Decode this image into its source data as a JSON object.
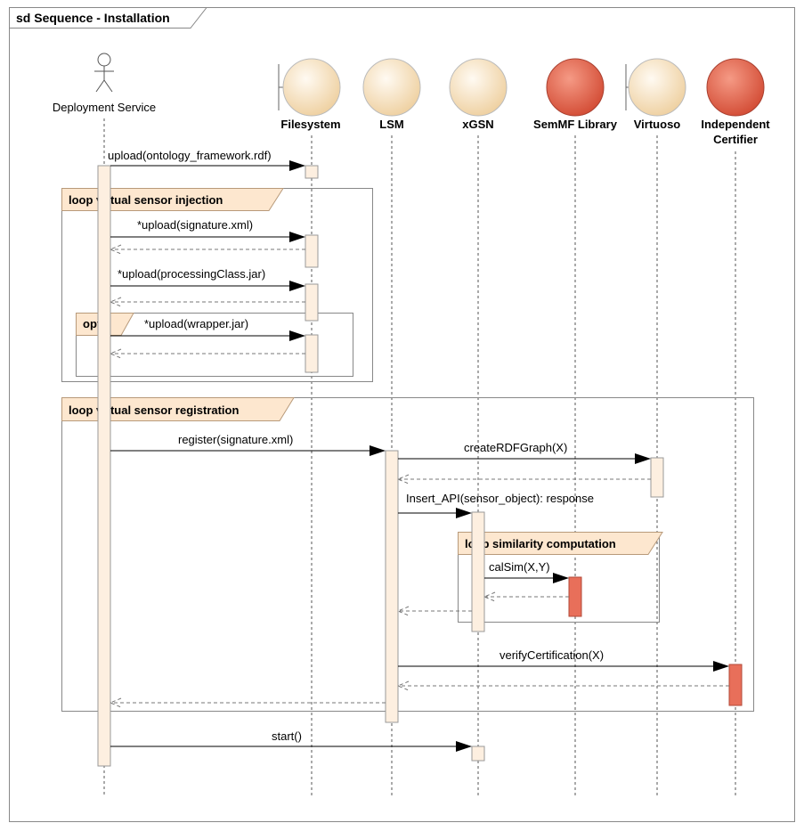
{
  "diagram": {
    "frame_title": "sd Sequence - Installation",
    "actor": {
      "name": "Deployment Service"
    },
    "lifelines": [
      {
        "name": "Filesystem",
        "kind": "boundary",
        "color": "#f6dcb2"
      },
      {
        "name": "LSM",
        "kind": "entity",
        "color": "#f6dcb2"
      },
      {
        "name": "xGSN",
        "kind": "entity",
        "color": "#f6dcb2"
      },
      {
        "name": "SemMF Library",
        "kind": "entity",
        "color": "#e06048"
      },
      {
        "name": "Virtuoso",
        "kind": "boundary",
        "color": "#f6dcb2"
      },
      {
        "name": "Independent",
        "name2": "Certifier",
        "kind": "entity",
        "color": "#e06048"
      }
    ],
    "fragments": {
      "injection": "loop virtual sensor injection",
      "opt": "opt",
      "registration": "loop virtual sensor registration",
      "similarity": "loop similarity computation"
    },
    "messages": {
      "m1": "upload(ontology_framework.rdf)",
      "m2": "*upload(signature.xml)",
      "m3": "*upload(processingClass.jar)",
      "m4": "*upload(wrapper.jar)",
      "m5": "register(signature.xml)",
      "m6": "createRDFGraph(X)",
      "m7": "Insert_API(sensor_object): response",
      "m8": "calSim(X,Y)",
      "m9": "verifyCertification(X)",
      "m10": "start()"
    }
  }
}
